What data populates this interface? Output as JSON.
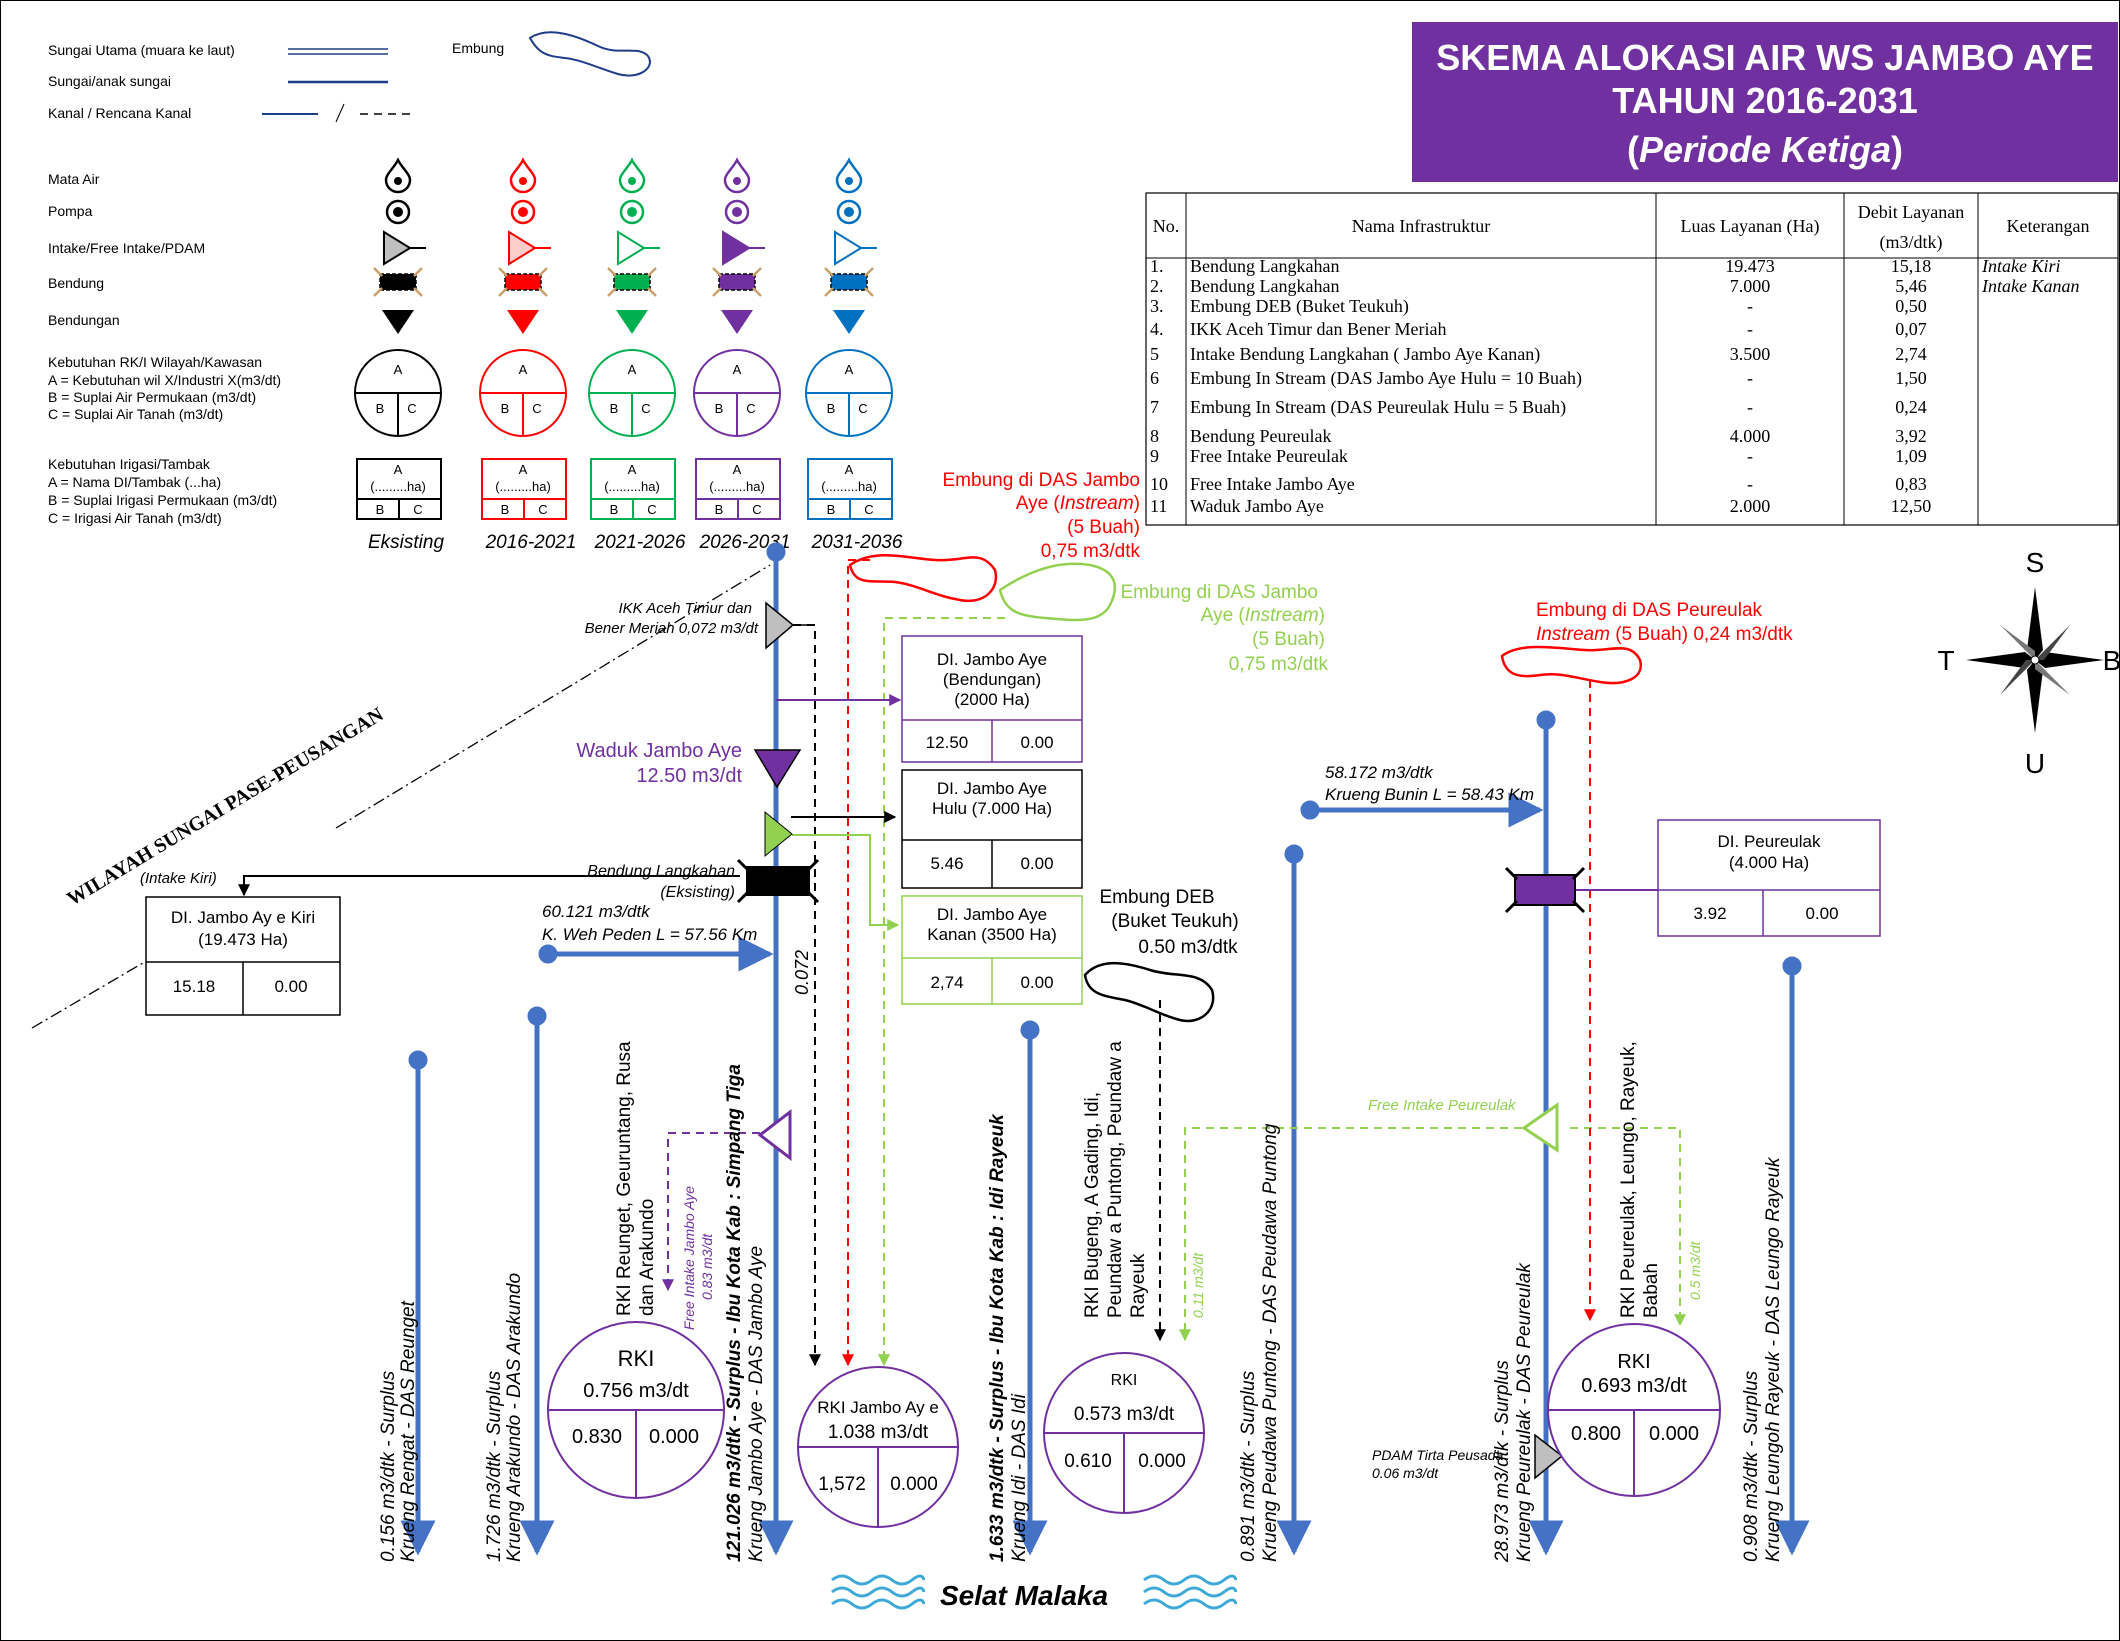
{
  "title": {
    "line1": "SKEMA ALOKASI AIR WS JAMBO AYE",
    "line2": "TAHUN 2016-2031",
    "line3_open": "(",
    "line3_italic": "Periode Ketiga",
    "line3_close": ")"
  },
  "colors": {
    "title_bg": "#7030a0",
    "river": "#4472c4",
    "existing": "#000000",
    "p2016": "#ff0000",
    "p2021": "#00b050",
    "p2026": "#7030a0",
    "p2031": "#0070c0",
    "embung_green": "#92d050"
  },
  "legend": {
    "line_items": [
      "Sungai Utama (muara ke laut)",
      "Sungai/anak sungai",
      "Kanal / Rencana Kanal"
    ],
    "embung_label": "Embung",
    "symbol_rows": [
      "Mata Air",
      "Pompa",
      "Intake/Free Intake/PDAM",
      "Bendung",
      "Bendungan"
    ],
    "rki_title": "Kebutuhan RK/I Wilayah/Kawasan",
    "rki_lines": [
      "A = Kebutuhan wil X/Industri X(m3/dt)",
      "B = Suplai Air Permukaan (m3/dt)",
      "C = Suplai Air Tanah (m3/dt)"
    ],
    "irig_title": "Kebutuhan Irigasi/Tambak",
    "irig_lines": [
      "A = Nama DI/Tambak (...ha)",
      "B = Suplai Irigasi Permukaan (m3/dt)",
      "C = Irigasi Air Tanah (m3/dt)"
    ],
    "circle_letters": {
      "a": "A",
      "b": "B",
      "c": "C"
    },
    "box_a": "A",
    "box_ha": "(.........ha)",
    "periods": [
      "Eksisting",
      "2016-2021",
      "2021-2026",
      "2026-2031",
      "2031-2036"
    ]
  },
  "table": {
    "headers": {
      "no": "No.",
      "name": "Nama Infrastruktur",
      "luas": "Luas Layanan    (Ha)",
      "debit1": "Debit Layanan",
      "debit2": "(m3/dtk)",
      "ket": "Keterangan"
    },
    "rows": [
      {
        "no": "1.",
        "name": "Bendung Langkahan",
        "luas": "19.473",
        "debit": "15,18",
        "ket": "Intake Kiri"
      },
      {
        "no": "2.",
        "name": "Bendung Langkahan",
        "luas": "7.000",
        "debit": "5,46",
        "ket": "Intake Kanan"
      },
      {
        "no": "3.",
        "name": "Embung DEB (Buket Teukuh)",
        "luas": "-",
        "debit": "0,50",
        "ket": ""
      },
      {
        "no": "4.",
        "name": "IKK Aceh Timur dan Bener Meriah",
        "luas": "-",
        "debit": "0,07",
        "ket": ""
      },
      {
        "no": "5",
        "name": "Intake Bendung Langkahan ( Jambo Aye Kanan)",
        "luas": "3.500",
        "debit": "2,74",
        "ket": ""
      },
      {
        "no": "6",
        "name": "Embung In Stream (DAS Jambo Aye Hulu = 10 Buah)",
        "luas": "-",
        "debit": "1,50",
        "ket": ""
      },
      {
        "no": "7",
        "name": "Embung In Stream (DAS Peureulak Hulu = 5 Buah)",
        "luas": "-",
        "debit": "0,24",
        "ket": ""
      },
      {
        "no": "8",
        "name": "Bendung Peureulak",
        "luas": "4.000",
        "debit": "3,92",
        "ket": ""
      },
      {
        "no": "9",
        "name": "Free Intake Peureulak",
        "luas": "-",
        "debit": "1,09",
        "ket": ""
      },
      {
        "no": "10",
        "name": "Free Intake Jambo Aye",
        "luas": "-",
        "debit": "0,83",
        "ket": ""
      },
      {
        "no": "11",
        "name": "Waduk Jambo Aye",
        "luas": "2.000",
        "debit": "12,50",
        "ket": ""
      }
    ]
  },
  "compass": {
    "n": "S",
    "s": "U",
    "w": "T",
    "e": "B"
  },
  "diagram": {
    "wilayah": "WILAYAH SUNGAI PASE-PEUSANGAN",
    "embung_red": [
      "Embung  di DAS Jambo",
      "Aye (",
      "Instream",
      ")",
      "(5 Buah)",
      "0,75 m3/dtk"
    ],
    "embung_green": [
      "Embung  di DAS Jambo",
      "Aye (",
      "Instream",
      ")",
      "(5 Buah)",
      "0,75 m3/dtk"
    ],
    "embung_peureulak": [
      "Embung  di DAS Peureulak",
      "Instream",
      " (5 Buah) 0,24 m3/dtk"
    ],
    "ikk": [
      "IKK Aceh Timur dan",
      "Bener Meriah 0,072 m3/dt"
    ],
    "waduk": [
      "Waduk Jambo Aye",
      "12.50 m3/dt"
    ],
    "bendung_langkahan": [
      "Bendung Langkahan",
      "(Eksisting)"
    ],
    "intake_kiri": "(Intake Kiri)",
    "weh": [
      "60.121 m3/dtk",
      "K. Weh Peden L = 57.56 Km"
    ],
    "bunin": [
      "58.172 m3/dtk",
      "Krueng Bunin L = 58.43 Km"
    ],
    "v0072": "0.072",
    "di_kiri": {
      "name": "DI. Jambo Ay e Kiri",
      "area": "(19.473 Ha)",
      "b": "15.18",
      "c": "0.00"
    },
    "di_bendungan": {
      "name": "DI. Jambo Aye",
      "name2": "(Bendungan)",
      "area": "(2000 Ha)",
      "b": "12.50",
      "c": "0.00"
    },
    "di_hulu": {
      "name": "DI. Jambo Aye",
      "area": "Hulu (7.000 Ha)",
      "b": "5.46",
      "c": "0.00"
    },
    "di_kanan": {
      "name": "DI. Jambo Aye",
      "area": "Kanan (3500 Ha)",
      "b": "2,74",
      "c": "0.00"
    },
    "di_peureulak": {
      "name": "DI. Peureulak",
      "area": "(4.000 Ha)",
      "b": "3.92",
      "c": "0.00"
    },
    "embung_deb": [
      "Embung  DEB",
      "(Buket Teukuh)",
      "0.50 m3/dtk"
    ],
    "free_intake_peureulak": "Free Intake Peureulak",
    "pdam": [
      "PDAM Tirta Peusada",
      "0.06 m3/dt"
    ],
    "v011": "0.11 m3/dt",
    "v05": "0.5 m3/dt",
    "free_intake_jambo": [
      "Free Intake Jambo Aye",
      "0.83 m3/dt"
    ],
    "rki1_names": [
      "RKI Reunget, Geuruntang, Rusa",
      "dan Arakundo"
    ],
    "rki1": {
      "title": "RKI",
      "a": "0.756 m3/dt",
      "b": "0.830",
      "c": "0.000"
    },
    "rki2": {
      "title": "RKI Jambo Ay e",
      "a": "1.038 m3/dt",
      "b": "1,572",
      "c": "0.000"
    },
    "rki3_names": [
      "RKI Bugeng, A Gading, Idi,",
      "Peundaw a Puntong, Peundaw a",
      "Rayeuk"
    ],
    "rki3": {
      "title": "RKI",
      "a": "0.573 m3/dt",
      "b": "0.610",
      "c": "0.000"
    },
    "rki4_names": [
      "RKI Peureulak, Leungo, Rayeuk,",
      "Babah"
    ],
    "rki4": {
      "title": "RKI",
      "a": "0.693 m3/dt",
      "b": "0.800",
      "c": "0.000"
    },
    "rivers": {
      "reunget": [
        "0.156 m3/dtk - Surplus",
        "Krueng Rengat - DAS Reunget"
      ],
      "arakundo": [
        "1.726 m3/dtk - Surplus",
        "Krueng Arakundo - DAS Arakundo"
      ],
      "jambo": [
        "121.026 m3/dtk - Surplus - Ibu Kota Kab : Simpang Tiga",
        "Krueng Jambo Aye - DAS Jambo Aye"
      ],
      "idi": [
        "1.633 m3/dtk - Surplus - Ibu Kota Kab : Idi Rayeuk",
        "Krueng Idi - DAS Idi"
      ],
      "peudawa": [
        "0.891 m3/dtk - Surplus",
        "Krueng Peudawa Puntong - DAS Peudawa Puntong"
      ],
      "peureulak": [
        "28.973 m3/dtk - Surplus",
        "Krueng Peureulak - DAS Peureulak"
      ],
      "leungo": [
        "0.908 m3/dtk - Surplus",
        "Krueng Leungoh Rayeuk - DAS Leungo Rayeuk"
      ]
    },
    "selat": "Selat Malaka"
  }
}
